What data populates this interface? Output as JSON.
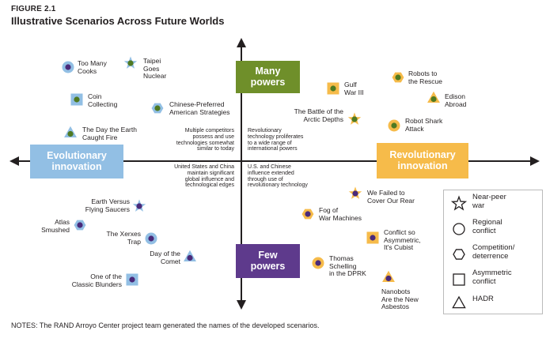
{
  "figure_label": "FIGURE 2.1",
  "title": "Illustrative Scenarios Across Future Worlds",
  "notes": "NOTES: The RAND Arroyo Center project team generated the names of the developed scenarios.",
  "axes": {
    "top": "Many\npowers",
    "bottom": "Few\npowers",
    "left": "Evolutionary\ninnovation",
    "right": "Revolutionary\ninnovation"
  },
  "quadrant_notes": {
    "upper_left": "Multiple competitors\npossess and use\ntechnologies somewhat\nsimilar to today",
    "upper_right": "Revolutionary\ntechnology proliferates\nto a wide range of\ninternational powers",
    "lower_left": "United States and China\nmaintain significant\nglobal influence and\ntechnological edges",
    "lower_right": "U.S. and Chinese\ninfluence extended\nthrough use of\nrevolutionary technology"
  },
  "colors": {
    "top_box": "#6f8f2a",
    "bottom_box": "#5e3a8c",
    "left_box": "#92bfe4",
    "right_box": "#f6bb4a",
    "axis": "#231f20",
    "dot_green": "#4f7a22",
    "dot_purple": "#4a2a7a"
  },
  "scenarios": [
    {
      "label": "Too Many\nCooks",
      "shape": "circle",
      "fill": "#92bfe4",
      "dot": "#4a2a7a"
    },
    {
      "label": "Taipei\nGoes\nNuclear",
      "shape": "star",
      "fill": "#92bfe4",
      "dot": "#4f7a22"
    },
    {
      "label": "Coin\nCollecting",
      "shape": "square",
      "fill": "#92bfe4",
      "dot": "#4f7a22"
    },
    {
      "label": "Chinese-Preferred\nAmerican Strategies",
      "shape": "hexagon",
      "fill": "#92bfe4",
      "dot": "#4f7a22"
    },
    {
      "label": "The Day the Earth\nCaught Fire",
      "shape": "triangle",
      "fill": "#92bfe4",
      "dot": "#4f7a22"
    },
    {
      "label": "Gulf\nWar III",
      "shape": "square",
      "fill": "#f6bb4a",
      "dot": "#4f7a22"
    },
    {
      "label": "Robots to\nthe Rescue",
      "shape": "hexagon",
      "fill": "#f6bb4a",
      "dot": "#4f7a22"
    },
    {
      "label": "Edison\nAbroad",
      "shape": "triangle",
      "fill": "#f6bb4a",
      "dot": "#4f7a22"
    },
    {
      "label": "The Battle of the\nArctic Depths",
      "shape": "star",
      "fill": "#f6bb4a",
      "dot": "#4f7a22"
    },
    {
      "label": "Robot Shark\nAttack",
      "shape": "circle",
      "fill": "#f6bb4a",
      "dot": "#4f7a22"
    },
    {
      "label": "Earth Versus\nFlying Saucers",
      "shape": "star",
      "fill": "#92bfe4",
      "dot": "#4a2a7a"
    },
    {
      "label": "Atlas\nSmushed",
      "shape": "hexagon",
      "fill": "#92bfe4",
      "dot": "#4a2a7a"
    },
    {
      "label": "The Xerxes\nTrap",
      "shape": "circle",
      "fill": "#92bfe4",
      "dot": "#4a2a7a"
    },
    {
      "label": "Day of the\nComet",
      "shape": "triangle",
      "fill": "#92bfe4",
      "dot": "#4a2a7a"
    },
    {
      "label": "One of the\nClassic Blunders",
      "shape": "square",
      "fill": "#92bfe4",
      "dot": "#4a2a7a"
    },
    {
      "label": "We Failed to\nCover Our Rear",
      "shape": "star",
      "fill": "#f6bb4a",
      "dot": "#4a2a7a"
    },
    {
      "label": "Fog of\nWar Machines",
      "shape": "hexagon",
      "fill": "#f6bb4a",
      "dot": "#4a2a7a"
    },
    {
      "label": "Conflict so\nAsymmetric,\nIt's Cubist",
      "shape": "square",
      "fill": "#f6bb4a",
      "dot": "#4a2a7a"
    },
    {
      "label": "Thomas\nSchelling\nin the DPRK",
      "shape": "circle",
      "fill": "#f6bb4a",
      "dot": "#4a2a7a"
    },
    {
      "label": "Nanobots\nAre the New\nAsbestos",
      "shape": "triangle",
      "fill": "#f6bb4a",
      "dot": "#4a2a7a"
    }
  ],
  "legend": [
    {
      "label": "Near-peer\nwar",
      "shape": "star"
    },
    {
      "label": "Regional\nconflict",
      "shape": "circle"
    },
    {
      "label": "Competition/\ndeterrence",
      "shape": "hexagon"
    },
    {
      "label": "Asymmetric\nconflict",
      "shape": "square"
    },
    {
      "label": "HADR",
      "shape": "triangle"
    }
  ]
}
